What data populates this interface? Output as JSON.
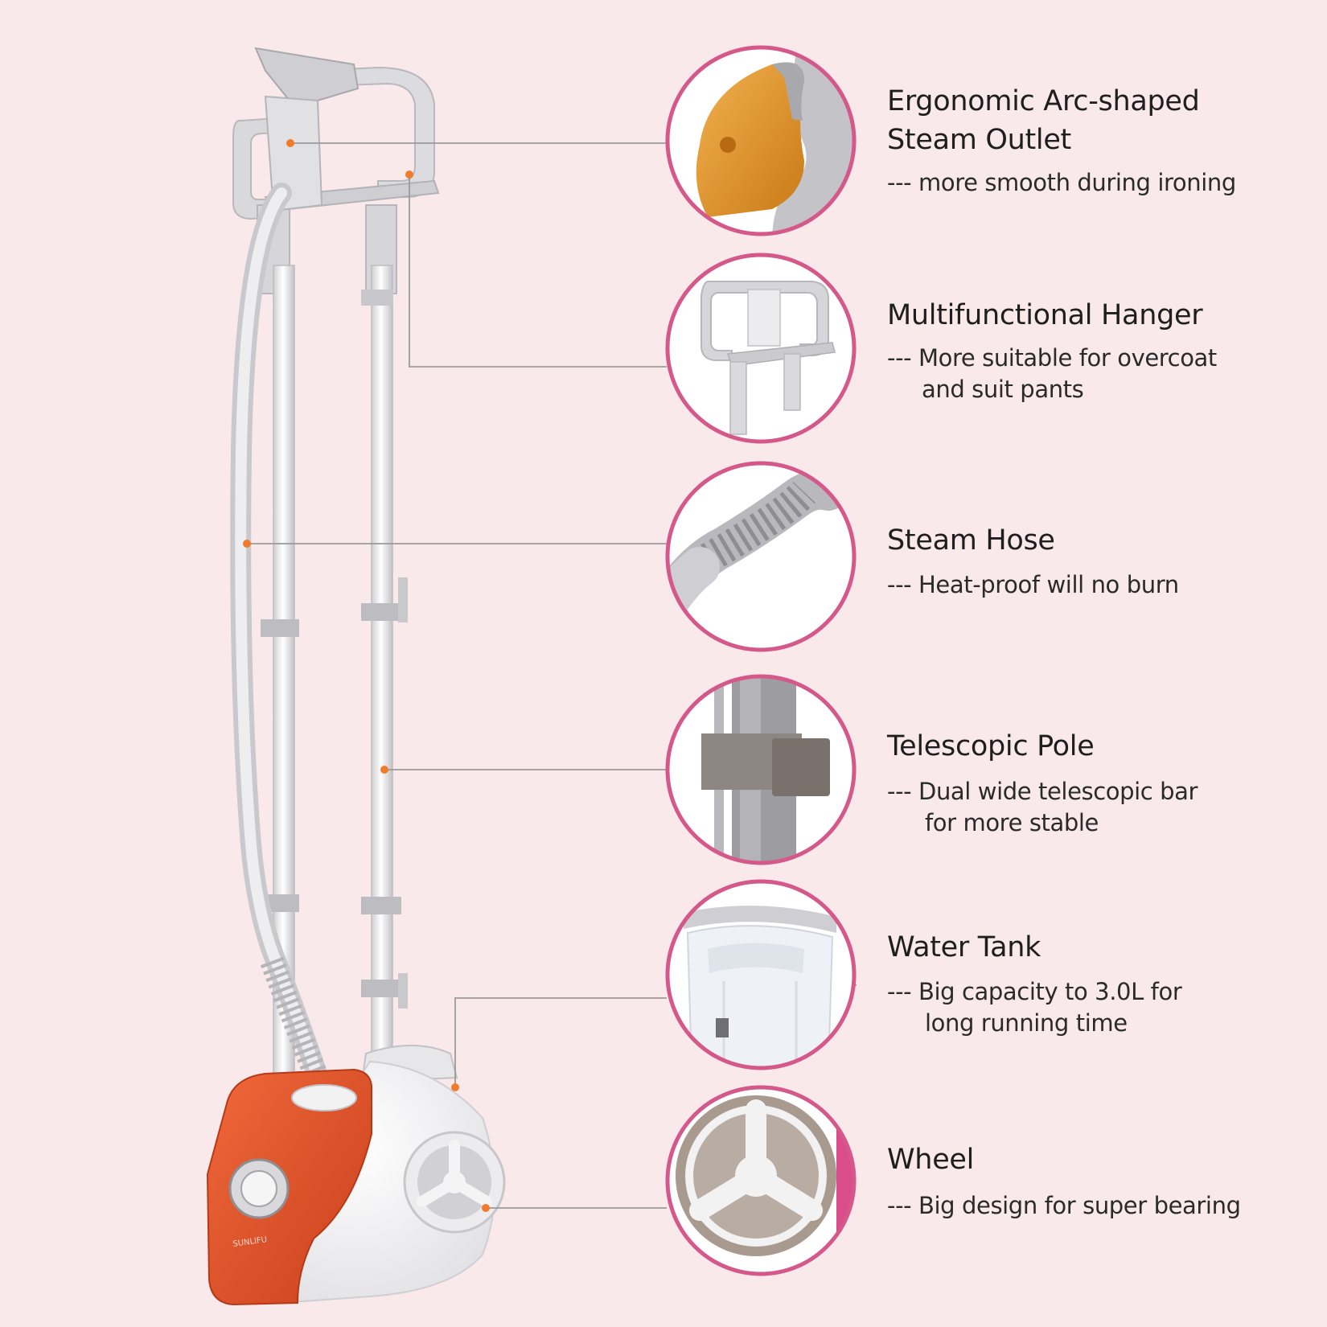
{
  "colors": {
    "background": "#f9e9ea",
    "circle_border": "#d5588a",
    "marker": "#f07b2c",
    "accent_orange": "#e4552c",
    "leader_line": "#9a9a9a"
  },
  "product": {
    "brand_text": "SUNLIFU"
  },
  "features": [
    {
      "title_lines": [
        "Ergonomic Arc-shaped",
        "Steam Outlet"
      ],
      "desc_lines": [
        "--- more smooth during ironing"
      ],
      "icon": "steam-outlet-icon"
    },
    {
      "title_lines": [
        "Multifunctional Hanger"
      ],
      "desc_lines": [
        "--- More suitable for overcoat",
        "and suit pants"
      ],
      "icon": "hanger-icon"
    },
    {
      "title_lines": [
        "Steam Hose"
      ],
      "desc_lines": [
        "--- Heat-proof will no burn"
      ],
      "icon": "steam-hose-icon"
    },
    {
      "title_lines": [
        "Telescopic Pole"
      ],
      "desc_lines": [
        "--- Dual wide telescopic bar",
        "for more stable"
      ],
      "icon": "telescopic-pole-icon"
    },
    {
      "title_lines": [
        "Water Tank"
      ],
      "desc_lines": [
        "--- Big capacity to 3.0L for",
        "long running time"
      ],
      "icon": "water-tank-icon"
    },
    {
      "title_lines": [
        "Wheel"
      ],
      "desc_lines": [
        "--- Big design for super bearing"
      ],
      "icon": "wheel-icon"
    }
  ]
}
